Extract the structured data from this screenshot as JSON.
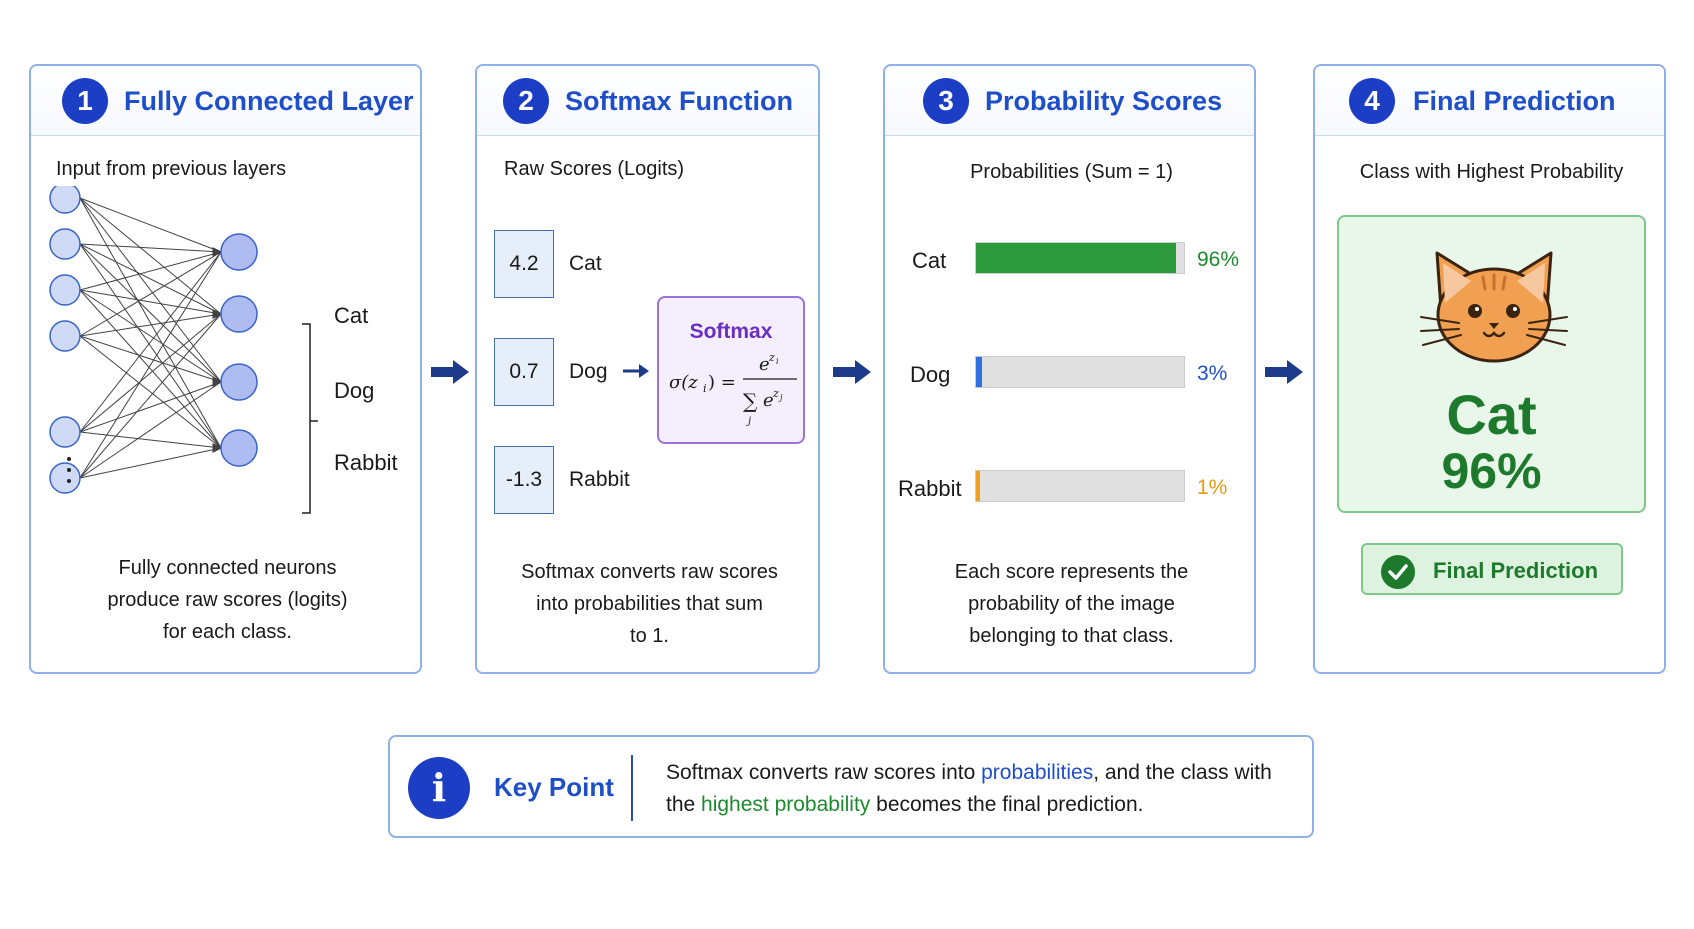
{
  "panels": [
    {
      "step": "1",
      "title": "Fully Connected Layer",
      "subtitle": "Input from previous layers",
      "outputs": [
        "Cat",
        "Dog",
        "Rabbit"
      ],
      "description": [
        "Fully connected neurons",
        "produce raw scores (logits)",
        "for each class."
      ]
    },
    {
      "step": "2",
      "title": "Softmax Function",
      "subtitle": "Raw Scores (Logits)",
      "logits": [
        {
          "value": "4.2",
          "label": "Cat"
        },
        {
          "value": "0.7",
          "label": "Dog"
        },
        {
          "value": "-1.3",
          "label": "Rabbit"
        }
      ],
      "softmax_label": "Softmax",
      "description": [
        "Softmax converts raw scores",
        "into probabilities that sum",
        "to 1."
      ]
    },
    {
      "step": "3",
      "title": "Probability Scores",
      "subtitle": "Probabilities (Sum = 1)",
      "bars": [
        {
          "label": "Cat",
          "value": 96,
          "text": "96%",
          "color": "#2e9a3e",
          "text_color": "#1d8a2e"
        },
        {
          "label": "Dog",
          "value": 3,
          "text": "3%",
          "color": "#2f6fe0",
          "text_color": "#1e4fc9"
        },
        {
          "label": "Rabbit",
          "value": 1,
          "text": "1%",
          "color": "#f0a020",
          "text_color": "#e69a14"
        }
      ],
      "description": [
        "Each score represents the",
        "probability of the image",
        "belonging to that class."
      ]
    },
    {
      "step": "4",
      "title": "Final Prediction",
      "subtitle": "Class with Highest Probability",
      "predicted_class": "Cat",
      "predicted_prob": "96%",
      "badge": "Final Prediction"
    }
  ],
  "key_point": {
    "title": "Key Point",
    "icon": "info-icon",
    "text_parts": [
      "Softmax converts raw scores into ",
      "probabilities",
      ", and the class with the ",
      "highest probability",
      " becomes the final prediction."
    ]
  },
  "colors": {
    "accent_blue": "#1e4fc9",
    "badge_blue": "#1c3ec4",
    "panel_border": "#8fb0e8",
    "success_green": "#1d7a2c",
    "softmax_purple": "#6a2ec2",
    "neuron_fill": "#aebcf2"
  }
}
